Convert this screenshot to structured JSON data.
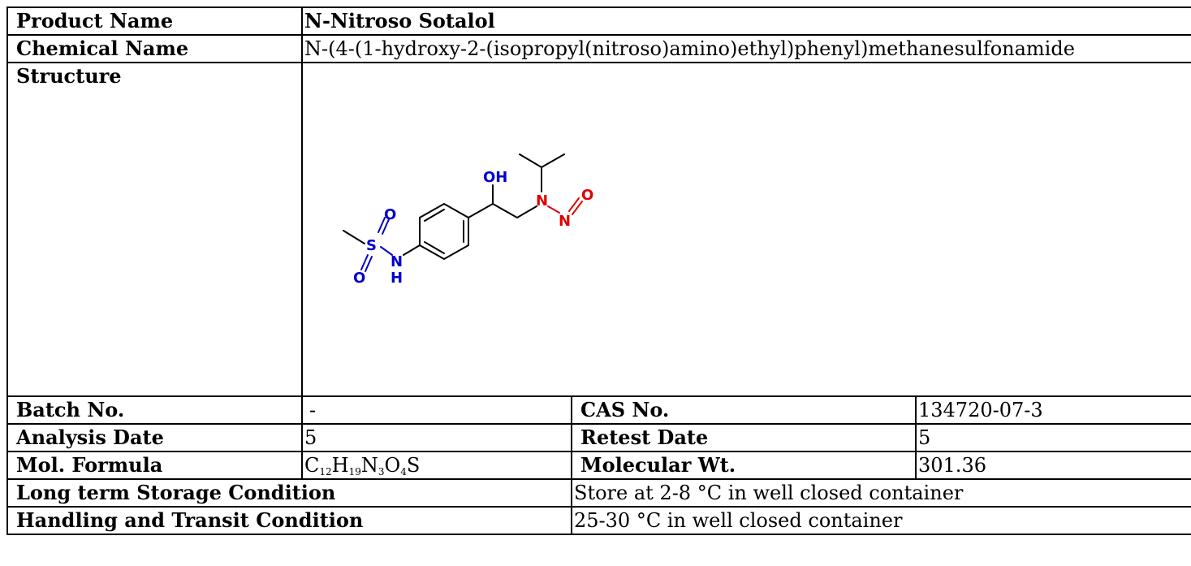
{
  "product_name": {
    "label": "Product Name",
    "value": "N-Nitroso Sotalol"
  },
  "chemical_name": {
    "label": "Chemical Name",
    "value": "N-(4-(1-hydroxy-2-(isopropyl(nitroso)amino)ethyl)phenyl)methanesulfonamide"
  },
  "structure": {
    "label": "Structure",
    "atoms": {
      "oh": "OH",
      "n_amine": "N",
      "n_nitroso": "N",
      "o_nitroso": "O",
      "s": "S",
      "o_top": "O",
      "o_bottom": "O",
      "nh_n": "N",
      "nh_h": "H"
    },
    "colors": {
      "bond": "#000000",
      "hetero_blue": "#0000cc",
      "nitroso_red": "#e00000"
    }
  },
  "batch": {
    "label": "Batch No.",
    "value": "-"
  },
  "cas": {
    "label": "CAS No.",
    "value": "134720-07-3"
  },
  "analysis_date": {
    "label": "Analysis Date",
    "value": "5"
  },
  "retest_date": {
    "label": "Retest Date",
    "value": "5"
  },
  "mol_formula": {
    "label": "Mol. Formula",
    "parts": [
      "C",
      "12",
      "H",
      "19",
      "N",
      "3",
      "O",
      "4",
      "S"
    ]
  },
  "mol_weight": {
    "label": "Molecular Wt.",
    "value": "301.36"
  },
  "storage": {
    "label": "Long term Storage Condition",
    "value": "Store at 2-8 °C in well closed container"
  },
  "handling": {
    "label": "Handling and Transit Condition",
    "value": "25-30 °C in well closed container"
  }
}
